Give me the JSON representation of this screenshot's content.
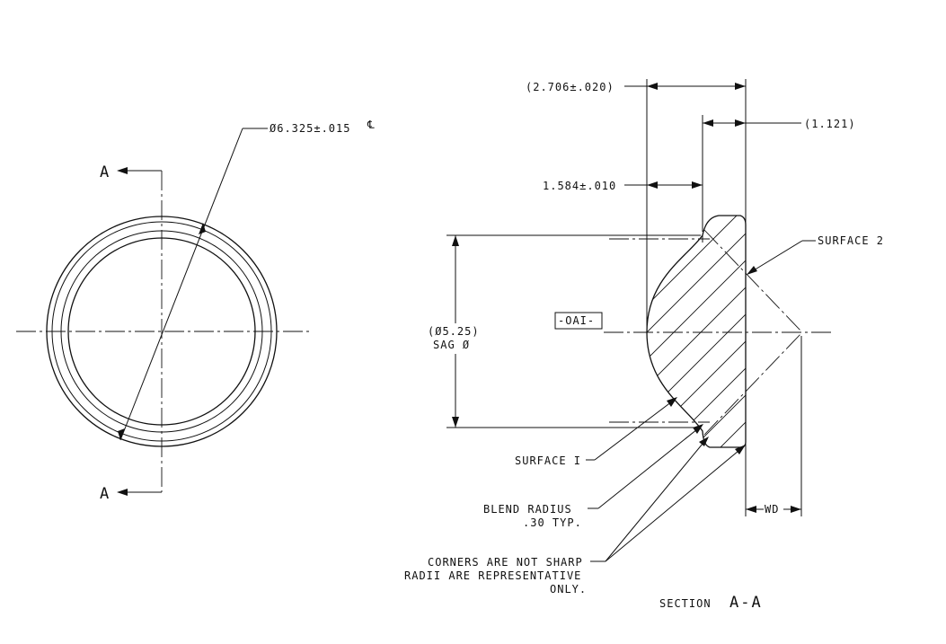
{
  "front_view": {
    "diameter_callout": "Ø6.325±.015",
    "centerline_symbol": "℄",
    "section_mark_top": "A",
    "section_mark_bottom": "A"
  },
  "section_view": {
    "overall_length": "(2.706±.020)",
    "flange_thickness": "(1.121)",
    "center_thickness": "1.584±.010",
    "sag_diameter": "(Ø5.25)",
    "sag_label": "SAG Ø",
    "datum": "-OAI-",
    "surface_1": "SURFACE I",
    "surface_2": "SURFACE 2",
    "blend_radius_line1": "BLEND  RADIUS",
    "blend_radius_line2": ".30 TYP.",
    "corners_note_line1": "CORNERS ARE NOT SHARP",
    "corners_note_line2": "RADII ARE REPRESENTATIVE",
    "corners_note_line3": "ONLY.",
    "working_distance": "WD",
    "section_title_word": "SECTION",
    "section_title_id": "A-A"
  }
}
